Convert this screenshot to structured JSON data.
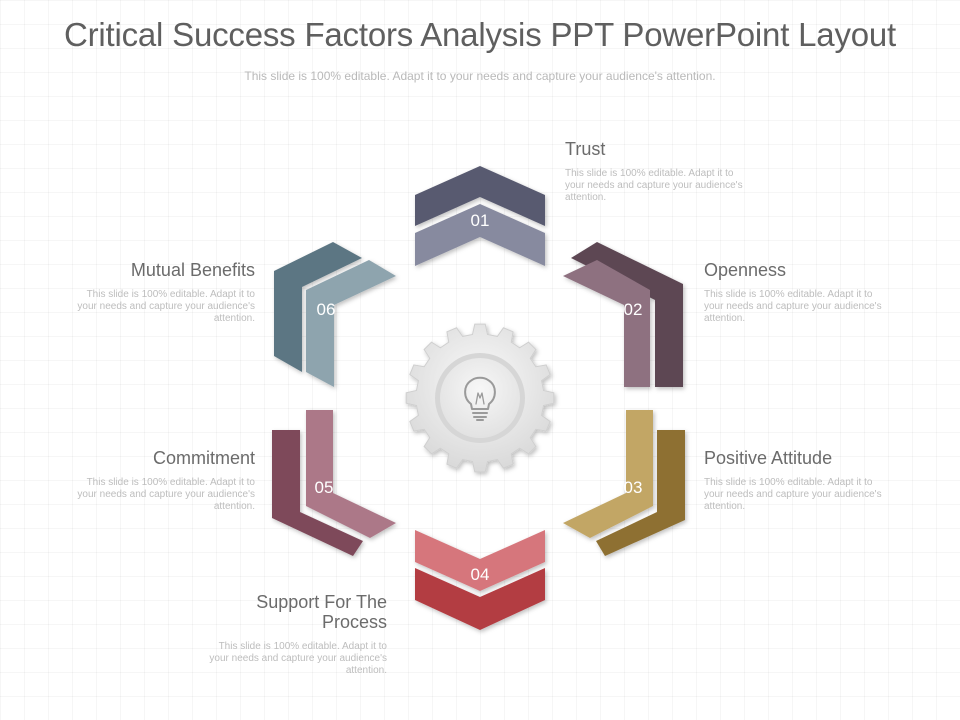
{
  "title": "Critical Success Factors Analysis PPT PowerPoint Layout",
  "subtitle": "This slide is 100% editable. Adapt it to your needs and capture your audience's attention.",
  "steps": [
    {
      "number": "01",
      "title": "Trust",
      "description": "This slide is 100% editable. Adapt it to your needs and capture your audience's attention.",
      "color_dark": "#585a70",
      "color_light": "#878a9f"
    },
    {
      "number": "02",
      "title": "Openness",
      "description": "This slide is 100% editable. Adapt it to your needs and capture your audience's attention.",
      "color_dark": "#5d4753",
      "color_light": "#8e7180"
    },
    {
      "number": "03",
      "title": "Positive Attitude",
      "description": "This slide is 100% editable. Adapt it to your needs and capture your audience's attention.",
      "color_dark": "#8e6f33",
      "color_light": "#c2a665"
    },
    {
      "number": "04",
      "title": "Support For The Process",
      "description": "This slide is 100% editable. Adapt it to your needs and capture your audience's attention.",
      "color_dark": "#b33c42",
      "color_light": "#d6767b"
    },
    {
      "number": "05",
      "title": "Commitment",
      "description": "This slide is 100% editable. Adapt it to your needs and capture your audience's attention.",
      "color_dark": "#7e4a5a",
      "color_light": "#ac7888"
    },
    {
      "number": "06",
      "title": "Mutual Benefits",
      "description": "This slide is 100% editable. Adapt it to your needs and capture your audience's attention.",
      "color_dark": "#5c7683",
      "color_light": "#8ea4ae"
    }
  ],
  "center_icon": "lightbulb-icon",
  "gear_color": "#ededed"
}
